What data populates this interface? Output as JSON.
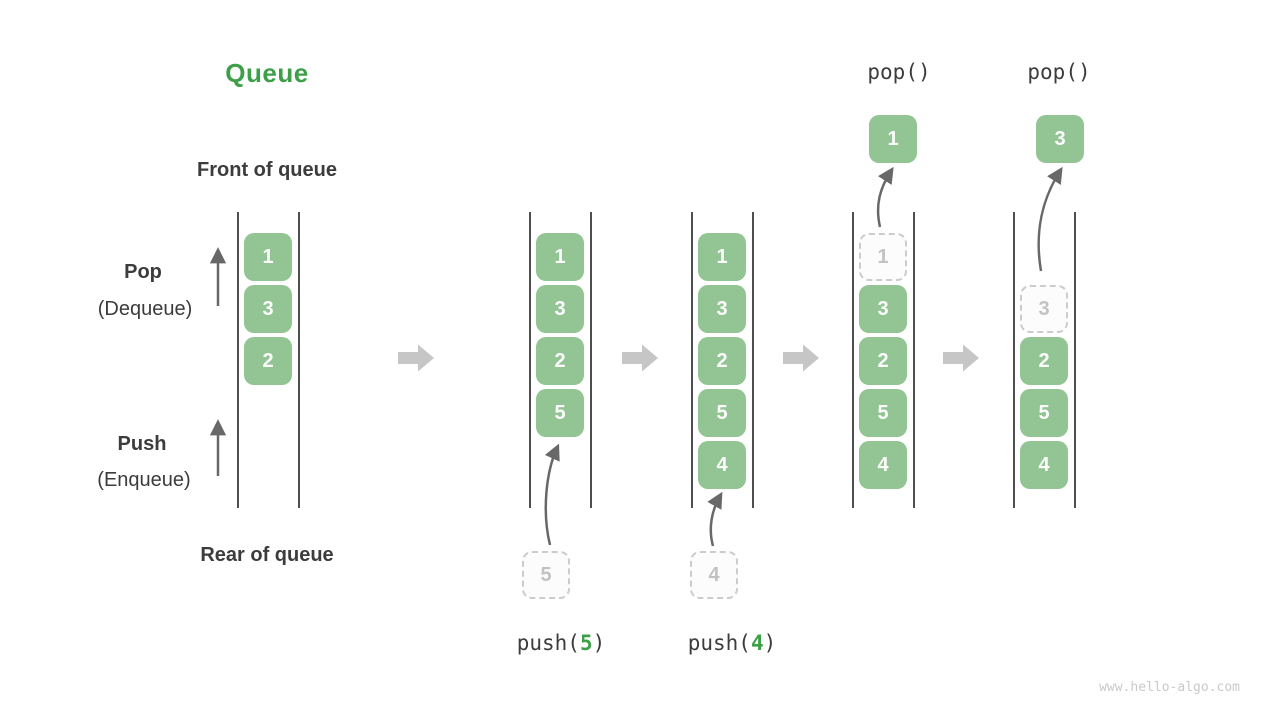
{
  "page": {
    "title": "Queue",
    "watermark": "www.hello-algo.com"
  },
  "side_labels": {
    "front": "Front of queue",
    "rear": "Rear of queue",
    "pop": "Pop",
    "pop_sub": "(Dequeue)",
    "push": "Push",
    "push_sub": "(Enqueue)"
  },
  "colors": {
    "accent_green": "#3d9f47",
    "box_green": "#92c494",
    "box_text": "#fcfcfc",
    "dashed_border": "#cccccc",
    "dashed_text": "#c2c2c2",
    "rail": "#4e4e4e",
    "flow_arrow": "#c6c6c6",
    "connector_arrow": "#686868",
    "label_dark": "#3c3c3c",
    "watermark_gray": "#c9c9c9"
  },
  "diagram": {
    "slot_count": 5,
    "states": [
      {
        "name": "initial",
        "cells": [
          {
            "slot": 1,
            "value": "1",
            "style": "solid"
          },
          {
            "slot": 2,
            "value": "3",
            "style": "solid"
          },
          {
            "slot": 3,
            "value": "2",
            "style": "solid"
          }
        ]
      },
      {
        "name": "after-push-5",
        "cells": [
          {
            "slot": 1,
            "value": "1",
            "style": "solid"
          },
          {
            "slot": 2,
            "value": "3",
            "style": "solid"
          },
          {
            "slot": 3,
            "value": "2",
            "style": "solid"
          },
          {
            "slot": 4,
            "value": "5",
            "style": "solid"
          }
        ],
        "pending": {
          "position": "below",
          "value": "5",
          "style": "dashed"
        },
        "operation": {
          "position": "below",
          "prefix": "push(",
          "arg": "5",
          "suffix": ")"
        }
      },
      {
        "name": "after-push-4",
        "cells": [
          {
            "slot": 1,
            "value": "1",
            "style": "solid"
          },
          {
            "slot": 2,
            "value": "3",
            "style": "solid"
          },
          {
            "slot": 3,
            "value": "2",
            "style": "solid"
          },
          {
            "slot": 4,
            "value": "5",
            "style": "solid"
          },
          {
            "slot": 5,
            "value": "4",
            "style": "solid"
          }
        ],
        "pending": {
          "position": "below",
          "value": "4",
          "style": "dashed"
        },
        "operation": {
          "position": "below",
          "prefix": "push(",
          "arg": "4",
          "suffix": ")"
        }
      },
      {
        "name": "after-pop-1",
        "cells": [
          {
            "slot": 1,
            "value": "1",
            "style": "dashed"
          },
          {
            "slot": 2,
            "value": "3",
            "style": "solid"
          },
          {
            "slot": 3,
            "value": "2",
            "style": "solid"
          },
          {
            "slot": 4,
            "value": "5",
            "style": "solid"
          },
          {
            "slot": 5,
            "value": "4",
            "style": "solid"
          }
        ],
        "popped": {
          "position": "above",
          "value": "1",
          "style": "solid"
        },
        "operation": {
          "position": "above",
          "prefix": "pop()",
          "arg": "",
          "suffix": ""
        }
      },
      {
        "name": "after-pop-3",
        "cells": [
          {
            "slot": 2,
            "value": "3",
            "style": "dashed"
          },
          {
            "slot": 3,
            "value": "2",
            "style": "solid"
          },
          {
            "slot": 4,
            "value": "5",
            "style": "solid"
          },
          {
            "slot": 5,
            "value": "4",
            "style": "solid"
          }
        ],
        "popped": {
          "position": "above",
          "value": "3",
          "style": "solid"
        },
        "operation": {
          "position": "above",
          "prefix": "pop()",
          "arg": "",
          "suffix": ""
        }
      }
    ]
  }
}
